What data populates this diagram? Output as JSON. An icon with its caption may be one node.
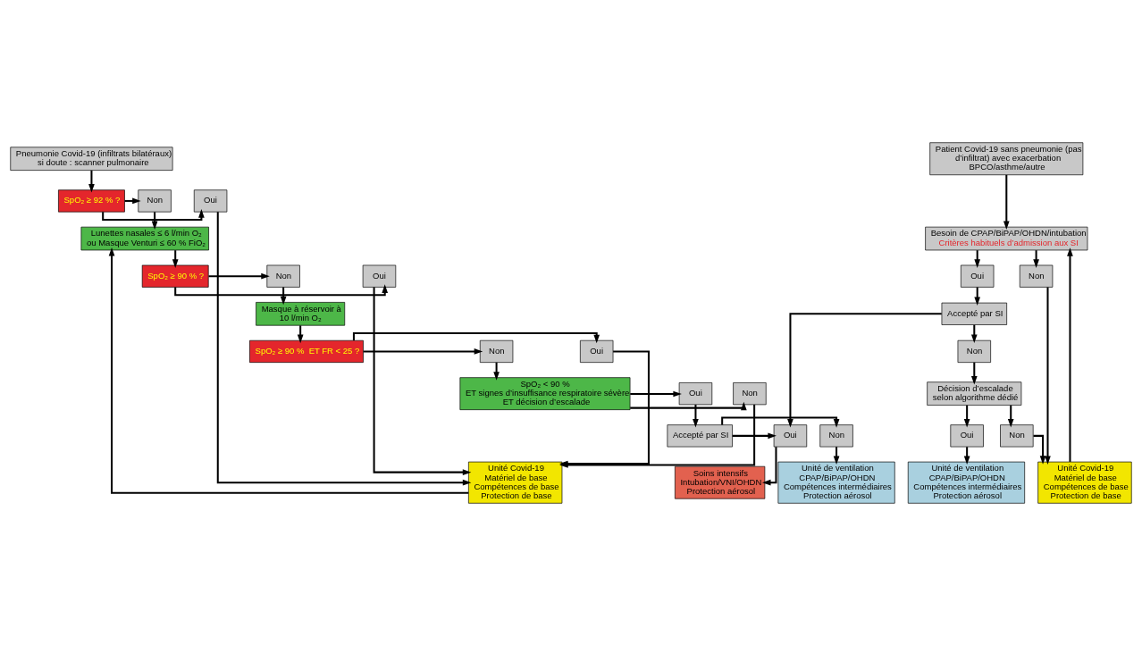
{
  "diagram": {
    "nodes": [
      {
        "text": [
          "Pneumonie Covid-19 (infiltrats bilatéraux) si doute : scanner pulmonaire"
        ]
      },
      {
        "text": [
          "Oui"
        ]
      },
      {
        "text": [
          "SpO₂ ≥ 92 % ?"
        ]
      },
      {
        "text": [
          "Non"
        ]
      },
      {
        "text": [
          "Lunettes nasales ≤ 6 l/min O₂ ou Masque Venturi ≤ 60 % FiO₂"
        ]
      },
      {
        "text": [
          "Oui"
        ]
      },
      {
        "text": [
          "SpO₂ ≥ 90 % ?"
        ]
      },
      {
        "text": [
          "Non"
        ]
      },
      {
        "text": [
          "Masque à réservoir à 10 l/min O₂"
        ]
      },
      {
        "text": [
          "Oui"
        ]
      },
      {
        "text": [
          "SpO₂ ≥ 90 %  ET FR < 25 ?"
        ]
      },
      {
        "text": [
          "Non"
        ]
      },
      {
        "text": [
          "SpO₂ < 90 %",
          "ET signes d’insuffisance respiratoire sévère",
          "ET décision d’escalade"
        ]
      },
      {
        "text": [
          "Non"
        ]
      },
      {
        "text": [
          "Oui"
        ]
      },
      {
        "text": [
          "Accepté par SI"
        ]
      },
      {
        "text": [
          "Non"
        ]
      },
      {
        "text": [
          "Oui"
        ]
      },
      {
        "text": [
          "Unité Covid-19 Matériel de base Compétences de base Protection de base"
        ]
      },
      {
        "text": [
          "Unité de ventilation CPAP/BiPAP/OHDN Compétences intermédiaires Protection aérosol"
        ]
      },
      {
        "text": [
          "Soins intensifs Intubation/VNI/OHDN Protection aérosol"
        ]
      },
      {
        "text": [
          "Patient Covid-19 sans pneumonie (pas d’infiltrat) avec exacerbation BPCO/asthme/autre"
        ]
      },
      {
        "text": [
          "Besoin de CPAP/BiPAP/OHDN/intubation",
          "Critères habituels d’admission aux SI"
        ]
      },
      {
        "text": [
          "Oui"
        ]
      },
      {
        "text": [
          "Non"
        ]
      },
      {
        "text": [
          "Accepté par SI"
        ]
      },
      {
        "text": [
          "Non"
        ]
      },
      {
        "text": [
          "Décision d’escalade selon algorithme dédié"
        ]
      },
      {
        "text": [
          "Oui"
        ]
      },
      {
        "text": [
          "Non"
        ]
      },
      {
        "text": [
          "Unité de ventilation CPAP/BiPAP/OHDN Compétences intermédiaires Protection aérosol"
        ]
      },
      {
        "text": [
          "Unité Covid-19 Matériel de base Compétences de base Protection de base"
        ]
      }
    ],
    "edges": [
      {
        "from": 0,
        "to": 2,
        "arrow": "to"
      },
      {
        "from": 2,
        "to": 1,
        "arrow": "to"
      },
      {
        "from": 2,
        "to": 3,
        "arrow": "to"
      },
      {
        "from": 1,
        "to": 18,
        "arrow": "to"
      },
      {
        "from": 3,
        "to": 4,
        "arrow": "to"
      },
      {
        "from": 4,
        "to": 6,
        "arrow": "to"
      },
      {
        "from": 6,
        "to": 5,
        "arrow": "to"
      },
      {
        "from": 6,
        "to": 7,
        "arrow": "to"
      },
      {
        "from": 5,
        "to": 18,
        "arrow": "to"
      },
      {
        "from": 7,
        "to": 8,
        "arrow": "to"
      },
      {
        "from": 8,
        "to": 10,
        "arrow": "to"
      },
      {
        "from": 10,
        "to": 9,
        "arrow": "to"
      },
      {
        "from": 10,
        "to": 11,
        "arrow": "to"
      },
      {
        "from": 9,
        "to": 18,
        "arrow": "to"
      },
      {
        "from": 11,
        "to": 12,
        "arrow": "to"
      },
      {
        "from": 12,
        "to": 13,
        "arrow": "to"
      },
      {
        "from": 12,
        "to": 14,
        "arrow": "to"
      },
      {
        "from": 13,
        "to": 18,
        "arrow": "to"
      },
      {
        "from": 14,
        "to": 15,
        "arrow": "to"
      },
      {
        "from": 15,
        "to": 16,
        "arrow": "to"
      },
      {
        "from": 15,
        "to": 17,
        "arrow": "to"
      },
      {
        "from": 16,
        "to": 19,
        "arrow": "to"
      },
      {
        "from": 17,
        "to": 20,
        "arrow": "to"
      },
      {
        "from": 18,
        "to": 4,
        "arrow": "to"
      },
      {
        "from": 21,
        "to": 22,
        "arrow": "to"
      },
      {
        "from": 22,
        "to": 23,
        "arrow": "to"
      },
      {
        "from": 22,
        "to": 24,
        "arrow": "to"
      },
      {
        "from": 23,
        "to": 25,
        "arrow": "to"
      },
      {
        "from": 24,
        "to": 31,
        "arrow": "to"
      },
      {
        "from": 25,
        "to": 17,
        "arrow": "to"
      },
      {
        "from": 25,
        "to": 26,
        "arrow": "to"
      },
      {
        "from": 26,
        "to": 27,
        "arrow": "to"
      },
      {
        "from": 27,
        "to": 28,
        "arrow": "to"
      },
      {
        "from": 27,
        "to": 29,
        "arrow": "to"
      },
      {
        "from": 28,
        "to": 30,
        "arrow": "to"
      },
      {
        "from": 29,
        "to": 31,
        "arrow": "to"
      },
      {
        "from": 31,
        "to": 22,
        "arrow": "to"
      }
    ]
  }
}
